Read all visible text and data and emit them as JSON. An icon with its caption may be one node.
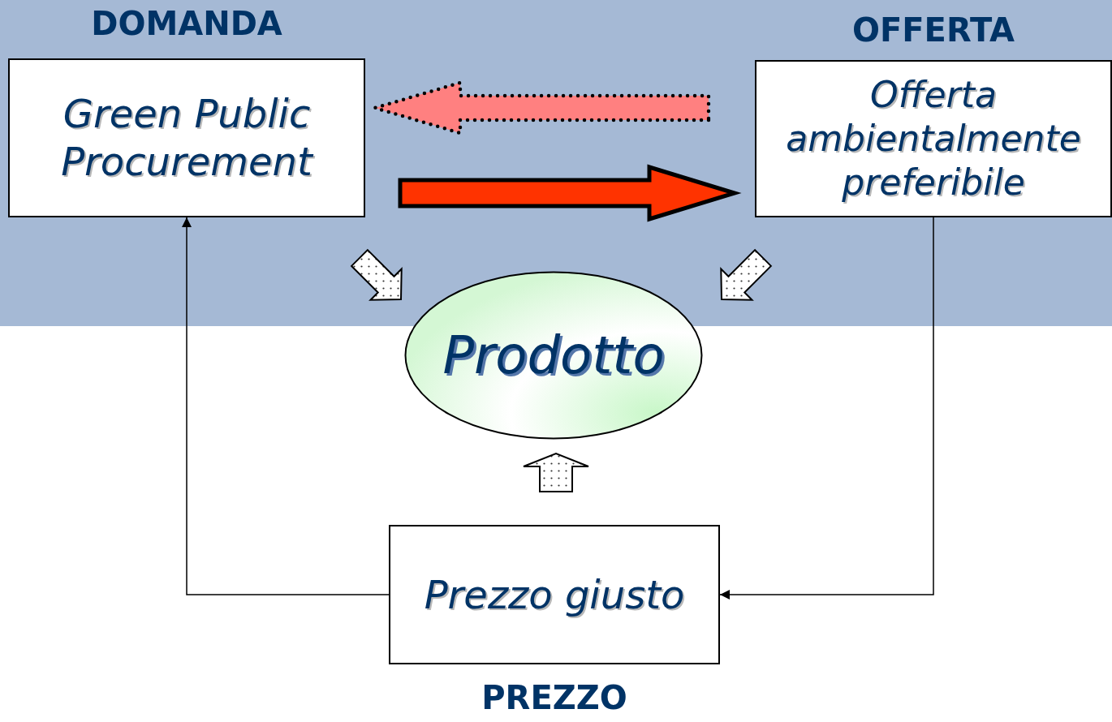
{
  "diagram": {
    "nodes": [
      {
        "text": [
          "DOMANDA",
          "Green Public Procurement"
        ]
      },
      {
        "text": [
          "OFFERTA",
          "Offerta ambientalmente preferibile"
        ]
      },
      {
        "text": [
          "Prodotto"
        ]
      },
      {
        "text": [
          "Prezzo giusto",
          "PREZZO"
        ]
      }
    ],
    "edges": [
      {
        "from": 1,
        "to": 0,
        "arrow": "to",
        "style": "dashed",
        "color": "#ff8080"
      },
      {
        "from": 0,
        "to": 1,
        "arrow": "to",
        "style": "thick",
        "color": "#ff3300"
      },
      {
        "from": 0,
        "to": 2,
        "arrow": "to"
      },
      {
        "from": 1,
        "to": 2,
        "arrow": "to"
      },
      {
        "from": 3,
        "to": 2,
        "arrow": "to"
      },
      {
        "from": 3,
        "to": 0,
        "arrow": "to"
      },
      {
        "from": 1,
        "to": 3,
        "arrow": "to"
      }
    ]
  }
}
